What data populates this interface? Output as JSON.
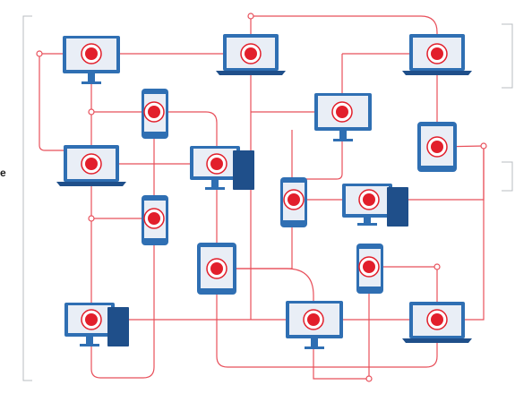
{
  "edge_text": "e",
  "colors": {
    "device_blue": "#2f6fb3",
    "device_dark": "#1f4f8a",
    "screen": "#e9eef6",
    "wire": "#e8505b",
    "node_red": "#e21f2b",
    "bracket": "#b8bcc2"
  },
  "devices": [
    {
      "id": "monitor-1",
      "kind": "monitor"
    },
    {
      "id": "laptop-1",
      "kind": "laptop"
    },
    {
      "id": "laptop-2",
      "kind": "laptop"
    },
    {
      "id": "phone-1",
      "kind": "phone"
    },
    {
      "id": "monitor-2",
      "kind": "monitor"
    },
    {
      "id": "tablet-1",
      "kind": "tablet"
    },
    {
      "id": "laptop-3",
      "kind": "laptop"
    },
    {
      "id": "desktop-1",
      "kind": "desktop"
    },
    {
      "id": "phone-2",
      "kind": "phone"
    },
    {
      "id": "desktop-2",
      "kind": "desktop"
    },
    {
      "id": "phone-3",
      "kind": "phone"
    },
    {
      "id": "tablet-2",
      "kind": "tablet"
    },
    {
      "id": "phone-4",
      "kind": "phone"
    },
    {
      "id": "desktop-3",
      "kind": "desktop"
    },
    {
      "id": "monitor-3",
      "kind": "monitor"
    },
    {
      "id": "laptop-4",
      "kind": "laptop"
    }
  ]
}
